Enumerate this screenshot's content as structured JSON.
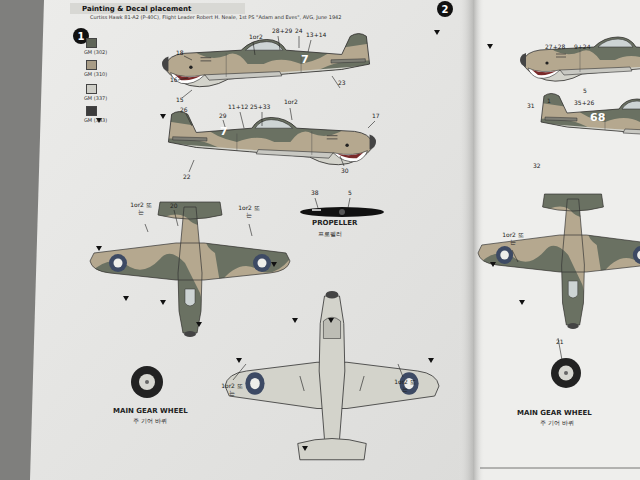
{
  "diagram": {
    "nodes": [
      {
        "text": [
          "Painting & Decal placement"
        ]
      },
      {
        "text": [
          "1"
        ]
      },
      {
        "text": [
          "2"
        ]
      }
    ],
    "labels": [
      "Curtiss Hawk 81-A2 (P-40C), Flight Leader Robert H. Neale, 1st PS \"Adam and Eves\", AVG, June 1942",
      "1or2",
      "28+29",
      "24",
      "13+14",
      "18",
      "16",
      "15",
      "23",
      "7",
      "26",
      "29",
      "11+12",
      "25+33",
      "1or2",
      "17",
      "7",
      "22",
      "30",
      "1or2 또는",
      "20",
      "1or2 또는",
      "38",
      "5",
      "PROPELLER",
      "프로펠러",
      "MAIN GEAR WHEEL",
      "주 기어 바퀴",
      "1or2 또는",
      "1or2 또는",
      "27+28",
      "9+24",
      "31",
      "1",
      "5",
      "35+26",
      "68",
      "32",
      "1or2 또는",
      "21",
      "MAIN GEAR WHEEL",
      "주 기어 바퀴"
    ],
    "legend": [
      {
        "text": "GM (302)",
        "color": "#5f6558"
      },
      {
        "text": "GM (310)",
        "color": "#a89c86"
      },
      {
        "text": "GM (337)",
        "color": "#cfcfc8"
      },
      {
        "text": "GM (333)",
        "color": "#3c3c3c"
      }
    ]
  }
}
